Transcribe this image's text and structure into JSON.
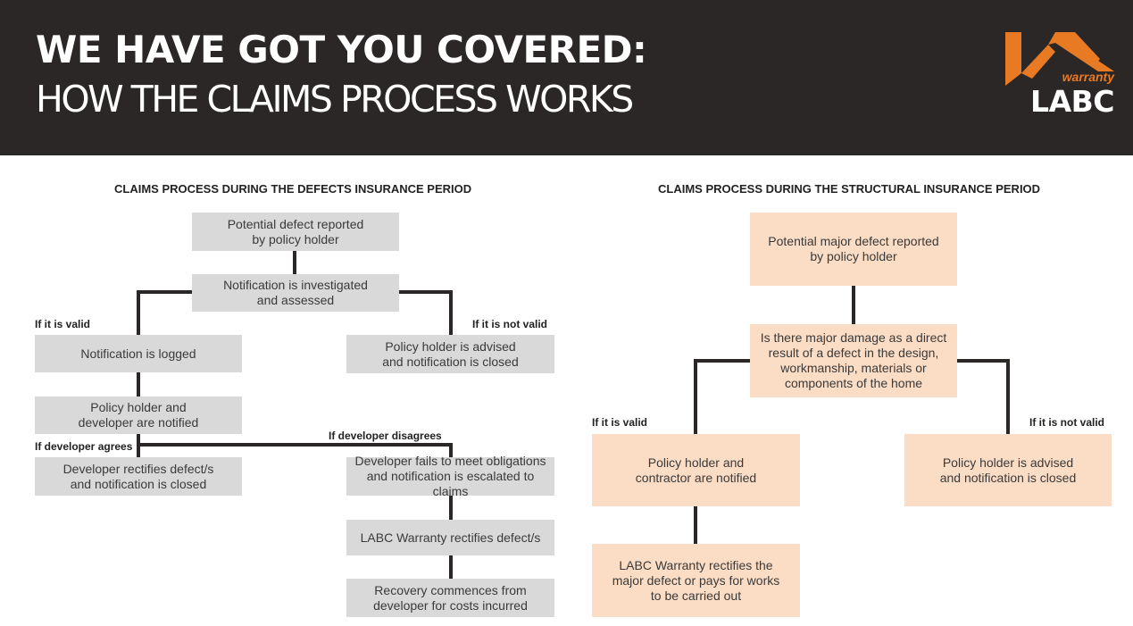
{
  "header": {
    "title_bold": "WE HAVE GOT YOU COVERED:",
    "title_light": "HOW THE CLAIMS PROCESS WORKS",
    "logo_warranty": "warranty",
    "logo_labc": "LABC",
    "logo_accent_color": "#e87a24",
    "background_color": "#2b2726"
  },
  "defects": {
    "title": "CLAIMS PROCESS DURING THE DEFECTS INSURANCE PERIOD",
    "box_color": "#d9d9d9",
    "boxes": {
      "reported": "Potential defect reported\nby policy holder",
      "investigated": "Notification is investigated\nand assessed",
      "logged": "Notification is logged",
      "advised": "Policy holder is advised\nand notification is closed",
      "notified": "Policy holder and\ndeveloper are notified",
      "rectifies": "Developer rectifies defect/s\nand notification is closed",
      "fails": "Developer fails to meet obligations\nand notification is escalated to claims",
      "labc_rectifies": "LABC Warranty rectifies defect/s",
      "recovery": "Recovery commences from\ndeveloper for costs incurred"
    },
    "labels": {
      "valid": "If it is valid",
      "not_valid": "If it is not valid",
      "agrees": "If developer agrees",
      "disagrees": "If developer disagrees"
    }
  },
  "structural": {
    "title": "CLAIMS PROCESS DURING THE STRUCTURAL INSURANCE PERIOD",
    "box_color": "#fbdcc4",
    "boxes": {
      "reported": "Potential major defect reported\nby policy holder",
      "question": "Is there major damage as a direct\nresult of a defect in the design,\nworkmanship, materials or\ncomponents of the home",
      "notified": "Policy holder and\ncontractor are notified",
      "advised": "Policy holder is advised\nand notification is closed",
      "labc_rectifies": "LABC Warranty rectifies the\nmajor defect or pays for works\nto be carried out"
    },
    "labels": {
      "valid": "If it is valid",
      "not_valid": "If it is not valid"
    }
  }
}
